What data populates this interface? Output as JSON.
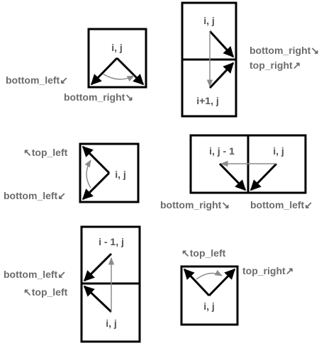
{
  "panel1": {
    "cell": "i, j",
    "bottom_left": "bottom_left↙",
    "bottom_right": "bottom_right↘"
  },
  "panel2": {
    "top_cell": "i, j",
    "bottom_cell": "i+1, j",
    "bottom_right": "bottom_right↘",
    "top_right": "top_right↗"
  },
  "panel3": {
    "cell": "i, j",
    "top_left": "↖top_left",
    "bottom_left": "bottom_left↙"
  },
  "panel4": {
    "left_cell": "i, j - 1",
    "right_cell": "i, j",
    "bottom_right": "bottom_right↘",
    "bottom_left": "bottom_left↙"
  },
  "panel5": {
    "top_cell": "i - 1, j",
    "bottom_cell": "i, j",
    "bottom_left": "bottom_left↙",
    "top_left": "↖top_left"
  },
  "panel6": {
    "cell": "i, j",
    "top_left": "↖top_left",
    "top_right": "top_right↗"
  },
  "colors": {
    "line": "#000000",
    "move_arrow": "#8c8c8c",
    "label": "#6b6b6b"
  }
}
